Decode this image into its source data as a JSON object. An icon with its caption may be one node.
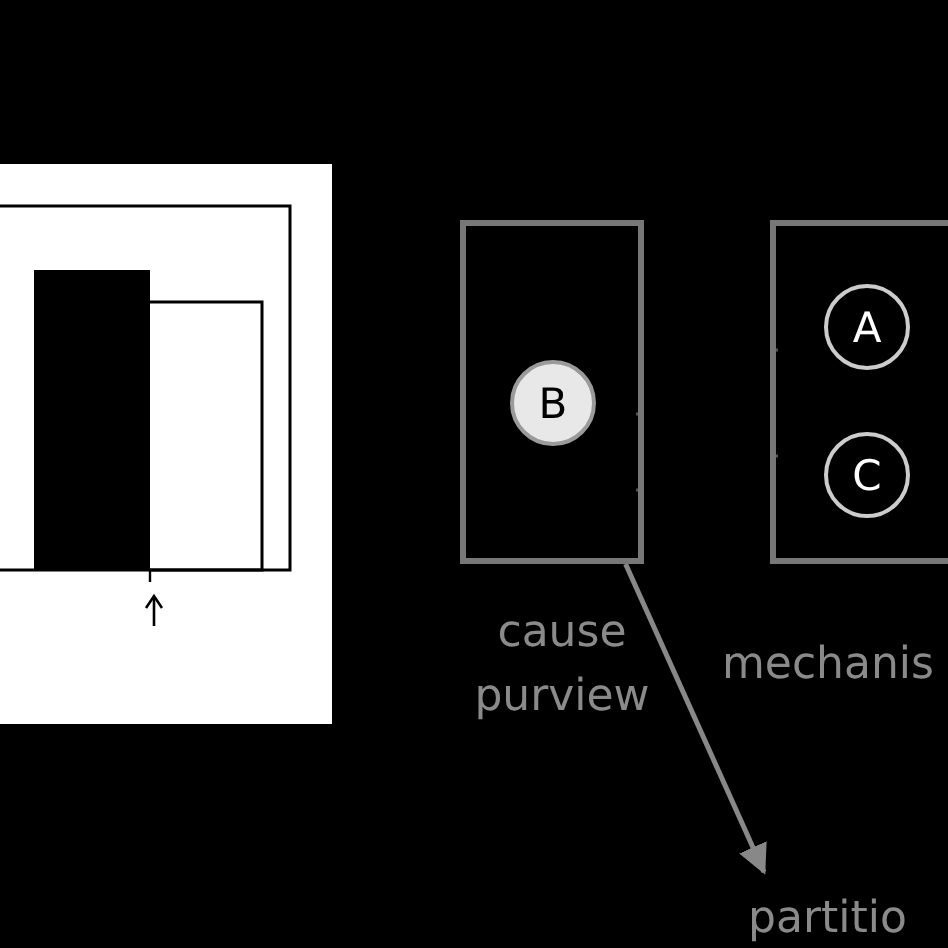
{
  "diagram": {
    "nodes": [
      {
        "text": [
          "cause purview"
        ]
      },
      {
        "text": [
          "B"
        ],
        "in": 0
      },
      {
        "text": [
          "mechanis"
        ]
      },
      {
        "text": [
          "A"
        ],
        "in": 2
      },
      {
        "text": [
          "C"
        ],
        "in": 2
      },
      {
        "text": [
          "partitio"
        ]
      }
    ],
    "edges": [
      {
        "from": 0,
        "to": 5,
        "arrow": "to"
      }
    ]
  }
}
